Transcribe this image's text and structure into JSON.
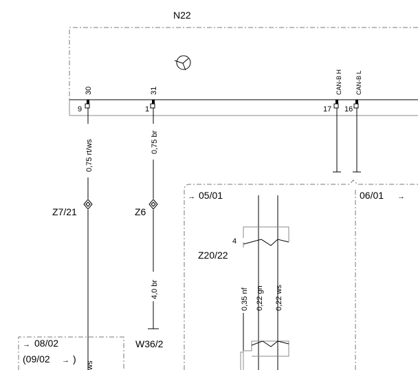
{
  "module": {
    "label": "N22"
  },
  "pins": [
    {
      "label": "30",
      "number": "9"
    },
    {
      "label": "31",
      "number": "1"
    },
    {
      "label": "CAN-B H",
      "number": "17"
    },
    {
      "label": "CAN-B L",
      "number": "16"
    }
  ],
  "wires": [
    {
      "spec": "0,75 rt/ws"
    },
    {
      "spec": "0,75 br"
    },
    {
      "spec": "4,0 br"
    },
    {
      "spec": "0,35 nf"
    },
    {
      "spec": "0,22 gn"
    },
    {
      "spec": "0,22 ws"
    },
    {
      "spec": "ws"
    }
  ],
  "components": [
    {
      "label": "Z7/21"
    },
    {
      "label": "Z6"
    },
    {
      "label": "Z20/22",
      "pin": "4"
    },
    {
      "label": "W36/2"
    }
  ],
  "references": [
    {
      "label": "05/01",
      "arrow": "→"
    },
    {
      "label": "06/01",
      "arrow": "→"
    },
    {
      "label": "08/02",
      "arrow": "→"
    },
    {
      "label": "(09/02",
      "arrow": "→",
      "close": ")"
    }
  ]
}
